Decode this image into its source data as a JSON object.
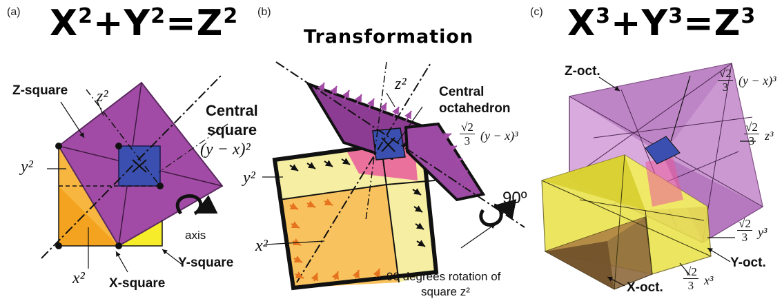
{
  "panels": {
    "a": {
      "label": "(a)",
      "equation": {
        "base_x": "X",
        "exp_x": "2",
        "plus": "+",
        "base_y": "Y",
        "exp_y": "2",
        "eq": "=",
        "base_z": "Z",
        "exp_z": "2"
      },
      "z_square_label": "Z-square",
      "central_square_label_line1": "Central",
      "central_square_label_line2": "square",
      "central_square_formula": "(y − x)²",
      "z2_label": "z²",
      "y2_label": "y²",
      "x2_label": "x²",
      "axis_label": "axis",
      "y_square_label": "Y-square",
      "x_square_label": "X-square"
    },
    "b": {
      "label": "(b)",
      "title": "Transformation",
      "z2_label": "z²",
      "y2_label": "y²",
      "x2_label": "x²",
      "central_oct_line1": "Central",
      "central_oct_line2": "octahedron",
      "frac_num": "√2",
      "frac_den": "3",
      "central_formula": "(y − x)³",
      "rotation_angle": "90º",
      "rotation_caption_line1": "90 degrees rotation of",
      "rotation_caption_line2": "square z²"
    },
    "c": {
      "label": "(c)",
      "equation": {
        "base_x": "X",
        "exp_x": "3",
        "plus": "+",
        "base_y": "Y",
        "exp_y": "3",
        "eq": "=",
        "base_z": "Z",
        "exp_z": "3"
      },
      "z_oct_label": "Z-oct.",
      "x_oct_label": "X-oct.",
      "y_oct_label": "Y-oct.",
      "frac_num": "√2",
      "frac_den": "3",
      "formula_top": "(y − x)³",
      "formula_z": "z³",
      "formula_y": "y³",
      "formula_x": "x³"
    }
  },
  "colors": {
    "magenta": "#a24ba6",
    "magenta_light": "#d7a6dc",
    "blue": "#3b4fb0",
    "orange": "#f3a31f",
    "yellow": "#f6ec2a",
    "pale_yellow": "#f5eea3",
    "peach": "#f8c25e",
    "pink": "#e85a9a",
    "olive": "#b9b12c",
    "brown": "#8f6a3c"
  }
}
